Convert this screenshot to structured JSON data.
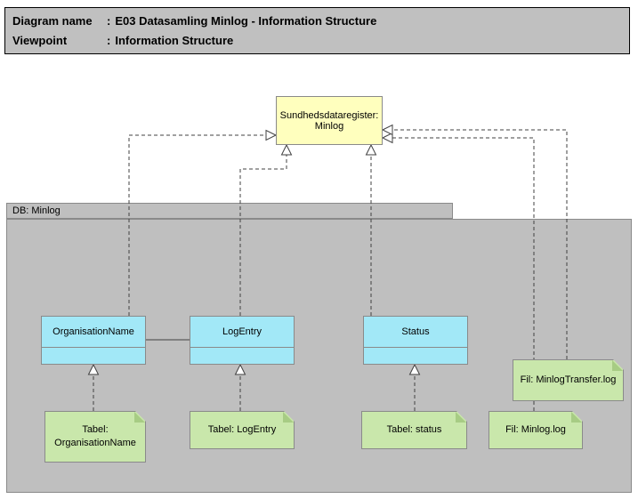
{
  "header": {
    "separator": ":",
    "rows": [
      {
        "label": "Diagram name",
        "value": "E03 Datasamling Minlog - Information Structure"
      },
      {
        "label": "Viewpoint",
        "value": "Information Structure"
      }
    ]
  },
  "diagram": {
    "registry": {
      "label": "Sundhedsdataregister: Minlog"
    },
    "group": {
      "label": "DB: Minlog"
    },
    "classes": [
      {
        "label": "OrganisationName"
      },
      {
        "label": "LogEntry"
      },
      {
        "label": "Status"
      }
    ],
    "notes": [
      {
        "label": "Tabel: OrganisationName"
      },
      {
        "label": "Tabel: LogEntry"
      },
      {
        "label": "Tabel: status"
      },
      {
        "label": "Fil: Minlog.log"
      },
      {
        "label": "Fil: MinlogTransfer.log"
      }
    ]
  },
  "colors": {
    "header_bg": "#c0c0c0",
    "group_bg": "#bfbfbf",
    "class_fill": "#a2e8f7",
    "note_fill": "#c9e7ab",
    "note_fold": "#a7cc84",
    "registry_fill": "#ffffbe",
    "connector": "#404040"
  }
}
